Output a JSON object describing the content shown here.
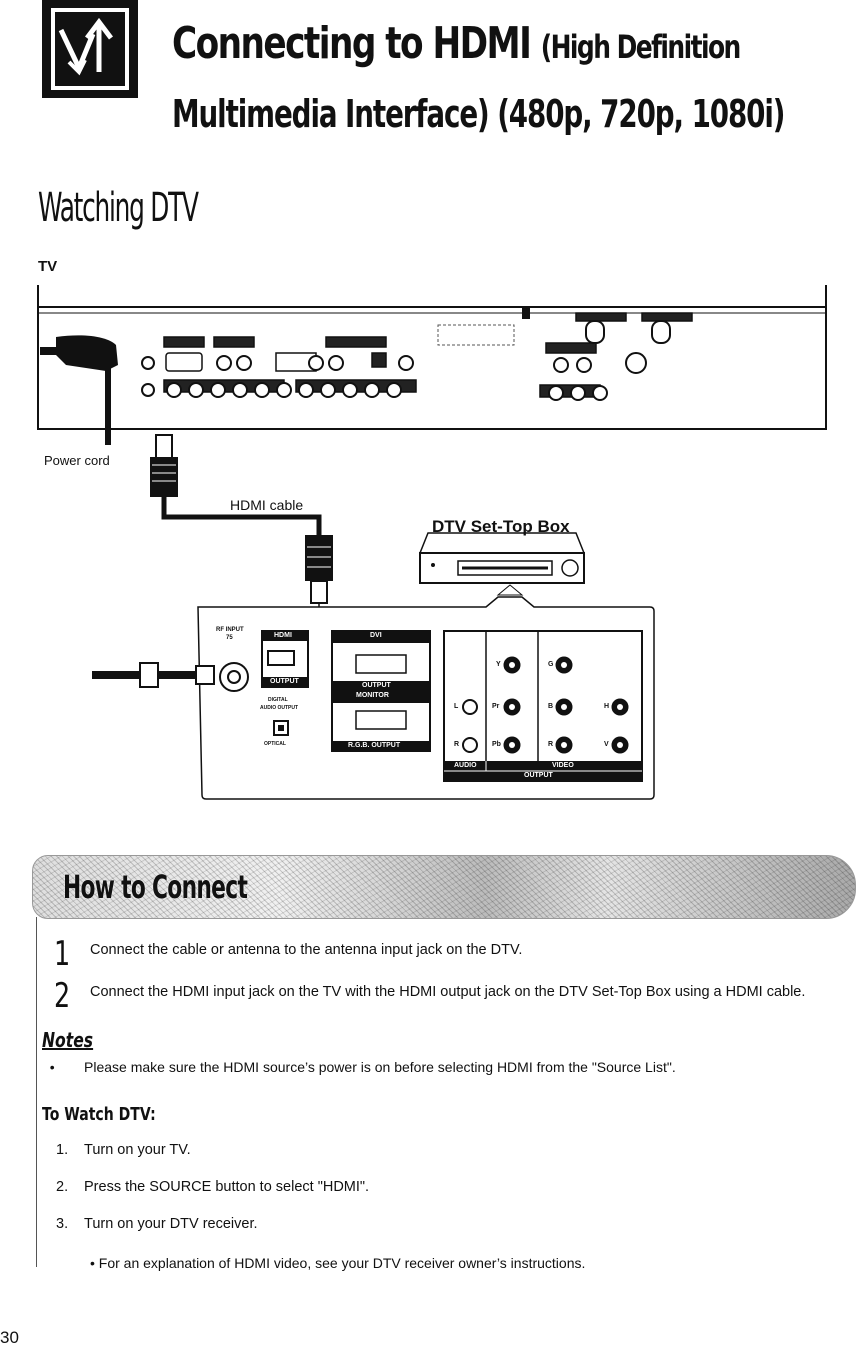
{
  "header": {
    "title_main": "Connecting to HDMI",
    "title_small": "(High Definition",
    "title_line2": "Multimedia Interface) (480p, 720p, 1080i)"
  },
  "section_title": "Watching DTV",
  "diagram": {
    "tv_label": "TV",
    "power_cord_label": "Power cord",
    "hdmi_cable_label": "HDMI cable",
    "stb_label": "DTV Set-Top Box",
    "stb_panel": {
      "rf_input": "RF INPUT",
      "ohm": "75",
      "hdmi": "HDMI",
      "hdmi_output": "OUTPUT",
      "digital_audio": "DIGITAL",
      "audio_output": "AUDIO OUTPUT",
      "optical": "OPTICAL",
      "dvi": "DVI",
      "dvi_output": "OUTPUT",
      "monitor": "MONITOR",
      "rgb_output": "R.G.B. OUTPUT",
      "audio": "AUDIO",
      "video": "VIDEO",
      "output": "OUTPUT",
      "jacks": {
        "l": "L",
        "r": "R",
        "y": "Y",
        "pb": "Pb",
        "pr": "Pr",
        "g": "G",
        "b": "B",
        "rr": "R",
        "h": "H",
        "v": "V"
      }
    }
  },
  "howto": {
    "title": "How to Connect",
    "steps": [
      {
        "num": "1",
        "text": "Connect the cable or antenna to the antenna input jack on the DTV."
      },
      {
        "num": "2",
        "text": "Connect the HDMI input jack on the TV with the HDMI output jack on the DTV Set-Top Box using a HDMI cable."
      }
    ]
  },
  "notes": {
    "heading": "Notes",
    "items": [
      "Please make sure the HDMI source’s power is on before selecting HDMI from the \"Source List\"."
    ]
  },
  "watch": {
    "heading": "To Watch DTV:",
    "items": [
      {
        "num": "1.",
        "text": "Turn on your TV."
      },
      {
        "num": "2.",
        "text": "Press the SOURCE button to select \"HDMI\"."
      },
      {
        "num": "3.",
        "text": "Turn on your DTV receiver."
      }
    ],
    "subnote": "• For an explanation of HDMI video, see your DTV receiver owner’s instructions."
  },
  "page_number": "30"
}
